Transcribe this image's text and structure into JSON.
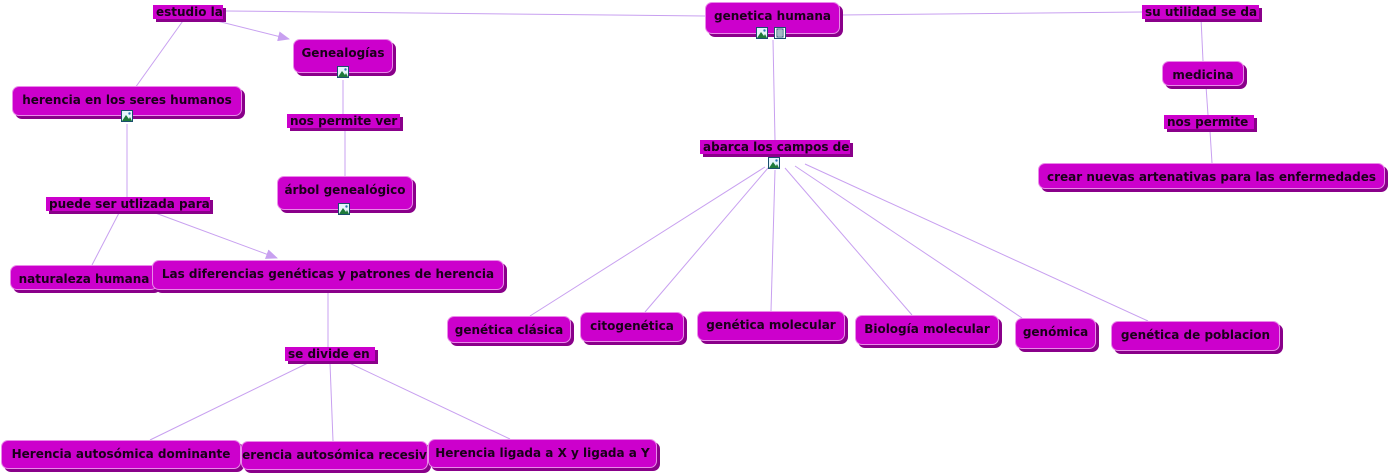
{
  "nodes": {
    "genetica_humana": "genetica humana",
    "genealogias": "Genealogías",
    "herencia_seres": "herencia en los seres humanos",
    "arbol": "árbol genealógico",
    "naturaleza": "naturaleza humana",
    "diferencias": "Las diferencias genéticas y patrones de herencia",
    "dominante": "Herencia autosómica dominante",
    "recesiva": "erencia autosómica recesiv",
    "ligada_x": "Herencia ligada a X y ligada a Y",
    "medicina": "medicina",
    "crear": "crear nuevas artenativas para las enfermedades",
    "clasica": "genética clásica",
    "citogenetica": "citogenética",
    "molecular": "genética molecular",
    "biologia": "Biología molecular",
    "genomica": "genómica",
    "poblacion": "genética de poblacion"
  },
  "labels": {
    "estudio": "estudio la",
    "utilidad": "su utilidad se da",
    "permite_ver": "nos permite ver",
    "utilizada": "puede ser utlizada para",
    "abarca": "abarca los campos de",
    "permite": "nos permite",
    "divide": "se divide en"
  },
  "icons": [
    "image-icon",
    "document-icon"
  ],
  "colors": {
    "node": "#cc00cc",
    "shadow": "#8a008a",
    "link": "#c8a0f0",
    "text": "#1a001a"
  }
}
